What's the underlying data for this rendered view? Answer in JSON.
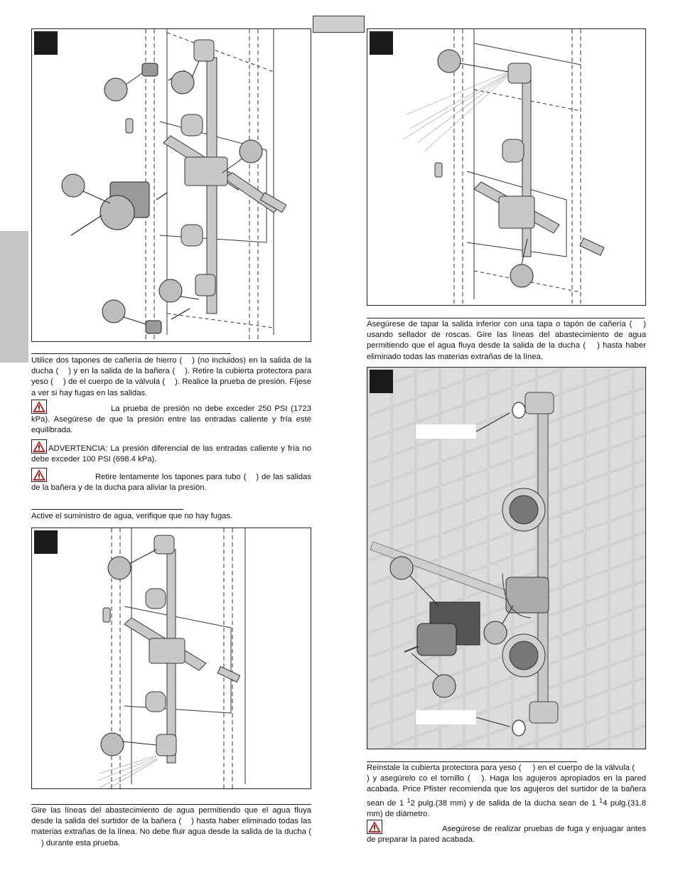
{
  "step1": {
    "p1": "Utilice dos tapones de cañería de hierro (",
    "p2": ") (no incluidos) en la salida de la ducha (",
    "p3": ") y en la salida de la bañera (",
    "p4": "). Retire la cubierta protectora para yeso (",
    "p5": ") de el cuerpo de la válvula (",
    "p6": "). Realice la prueba de presión. Fíjese a ver si hay fugas en las salidas.",
    "caution1": "La prueba de presión no debe exceder 250 PSI (1723 kPa). Asegúrese de que la presión entre las entradas caliente y fría esté equilibrada.",
    "warning": "ADVERTENCIA: La presión diferencial de las entradas caliente y fría no debe exceder 100 PSI (698.4 kPa).",
    "caution2a": "Retire lentamente los tapones para tubo (",
    "caution2b": ") de las salidas de la bañera y de la ducha para aliviar la presión."
  },
  "step2": {
    "text": "Active el suministro de agua, verifique que no hay fugas."
  },
  "step3": {
    "p1": "Gire las líneas del abastecimiento de agua permitiendo que el agua fluya desde la salida del surtidor de la bañera (",
    "p2": ") hasta haber eliminado todas las materias extrañas de la línea. No debe fluir agua desde la salida de la ducha (",
    "p3": ") durante esta prueba."
  },
  "step4": {
    "p1": "Asegúrese de tapar la salida inferior con una tapa o tapón de cañería (",
    "p2": ") usando sellador de roscas. Gire las líneas del abastecimiento de agua permitiendo que el agua fluya desde la salida de la ducha (",
    "p3": ") hasta haber eliminado todas las materias extrañas de la línea."
  },
  "step5": {
    "p1": "Reinstale la cubierta protectora para yeso (",
    "p2": ") en el cuerpo de la válvula (",
    "p3": ") y asegúrelo co el tornillo (",
    "p4": "). Haga los agujeros apropiados en la pared acabada. Price Pfister recomienda que los agujeros del surtidor de la bañera sean de 1",
    "frac1_num": "1",
    "frac1_den": "2",
    "p5": "pulg.(38 mm) y de salida de la ducha sean de 1",
    "frac2_num": "1",
    "frac2_den": "4",
    "p6": "pulg.(31.8 mm) de diámetro.",
    "caution": "Asegúrese de realizar pruebas de fuga y enjuagar antes de preparar la pared acabada."
  },
  "icons": [
    "warning-triangle-icon"
  ]
}
